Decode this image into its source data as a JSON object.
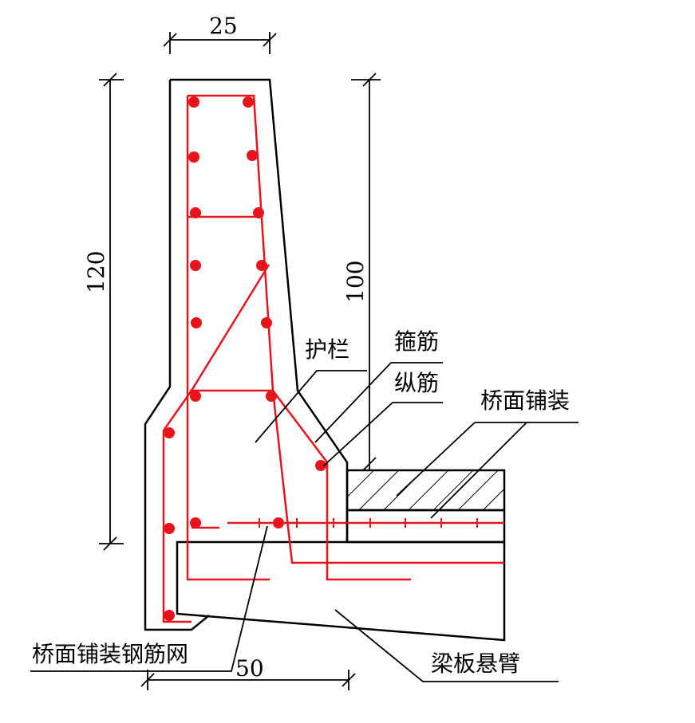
{
  "dimensions": {
    "top_width": "25",
    "height_total": "120",
    "height_above_deck": "100",
    "base_width": "50"
  },
  "labels": {
    "barrier": "护栏",
    "stirrup": "箍筋",
    "longitudinal_bar": "纵筋",
    "deck_pavement": "桥面铺装",
    "pavement_mesh": "桥面铺装钢筋网",
    "cantilever": "梁板悬臂"
  },
  "colors": {
    "rebar": "#e8141c",
    "outline": "#000000"
  }
}
